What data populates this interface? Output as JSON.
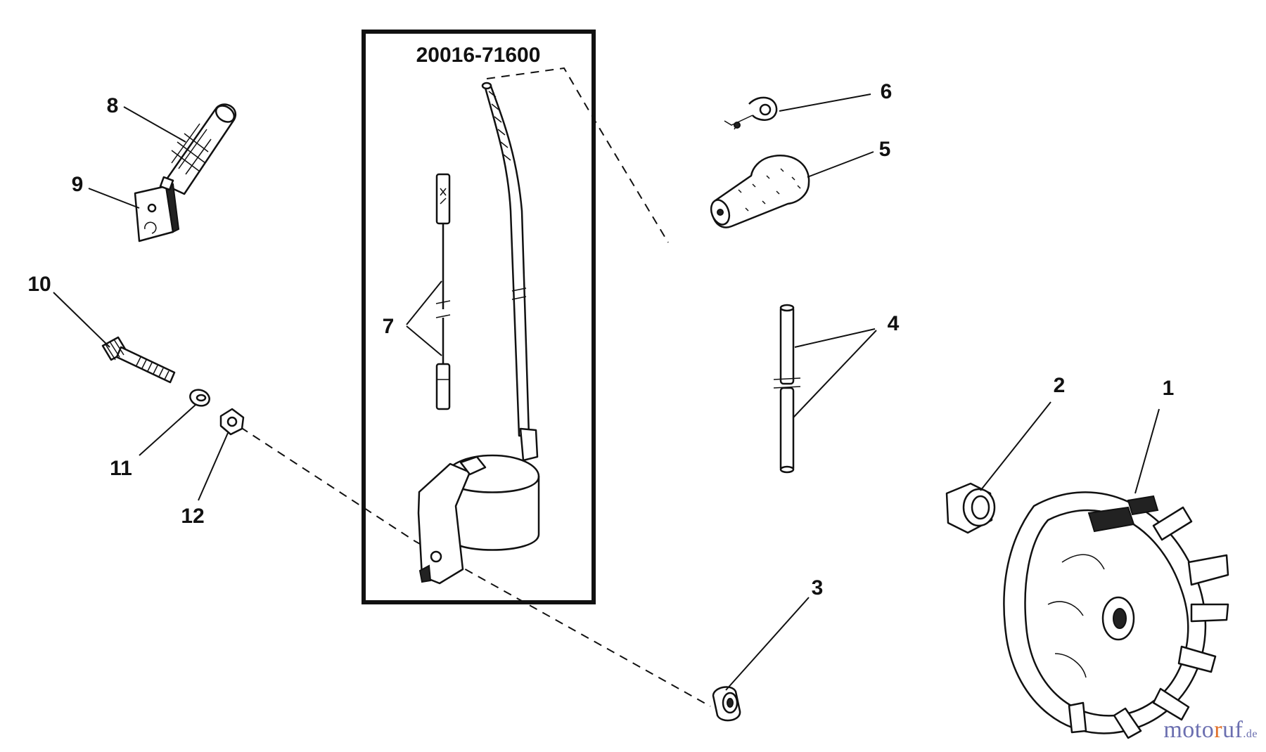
{
  "kit": {
    "part_number": "20016-71600"
  },
  "callouts": {
    "c1": "1",
    "c2": "2",
    "c3": "3",
    "c4": "4",
    "c5": "5",
    "c6": "6",
    "c7": "7",
    "c8": "8",
    "c9": "9",
    "c10": "10",
    "c11": "11",
    "c12": "12"
  },
  "watermark": {
    "part1": "moto",
    "part2": "r",
    "part3": "uf",
    "suffix": ".de"
  },
  "colors": {
    "ink": "#111111",
    "watermark_blue": "#6b6fb0",
    "watermark_orange": "#e0702a"
  }
}
